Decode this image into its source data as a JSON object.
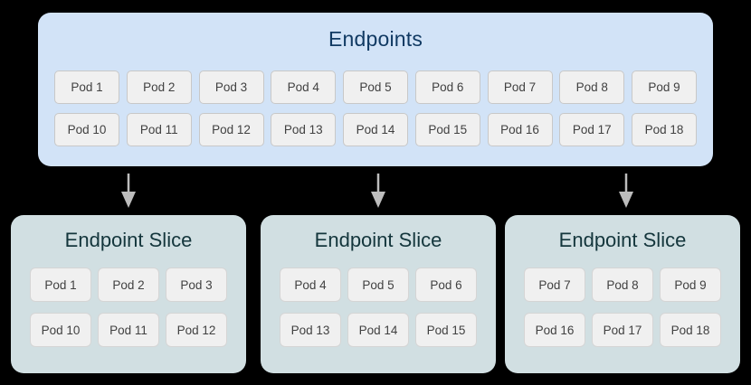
{
  "diagram": {
    "background_color": "#000000",
    "endpoints": {
      "title": "Endpoints",
      "panel_color": "#d2e3f7",
      "title_color": "#113a63",
      "rows": [
        [
          "Pod 1",
          "Pod 2",
          "Pod 3",
          "Pod 4",
          "Pod 5",
          "Pod 6",
          "Pod 7",
          "Pod 8",
          "Pod 9"
        ],
        [
          "Pod 10",
          "Pod 11",
          "Pod 12",
          "Pod 13",
          "Pod 14",
          "Pod 15",
          "Pod 16",
          "Pod 17",
          "Pod 18"
        ]
      ]
    },
    "arrows": {
      "color": "#bdbdbd",
      "direction": "down",
      "count": 3,
      "positions_x": [
        142,
        418,
        692
      ]
    },
    "slices": [
      {
        "title": "Endpoint Slice",
        "panel_color": "#d1dfe2",
        "title_color": "#14363c",
        "rows": [
          [
            "Pod 1",
            "Pod 2",
            "Pod 3"
          ],
          [
            "Pod 10",
            "Pod 11",
            "Pod 12"
          ]
        ]
      },
      {
        "title": "Endpoint Slice",
        "panel_color": "#d1dfe2",
        "title_color": "#14363c",
        "rows": [
          [
            "Pod 4",
            "Pod 5",
            "Pod 6"
          ],
          [
            "Pod 13",
            "Pod 14",
            "Pod 15"
          ]
        ]
      },
      {
        "title": "Endpoint Slice",
        "panel_color": "#d1dfe2",
        "title_color": "#14363c",
        "rows": [
          [
            "Pod 7",
            "Pod 8",
            "Pod 9"
          ],
          [
            "Pod 16",
            "Pod 17",
            "Pod 18"
          ]
        ]
      }
    ],
    "pod_box": {
      "fill": "#f0f0f0",
      "border": "#c8c8c8",
      "text_color": "#414141"
    }
  }
}
